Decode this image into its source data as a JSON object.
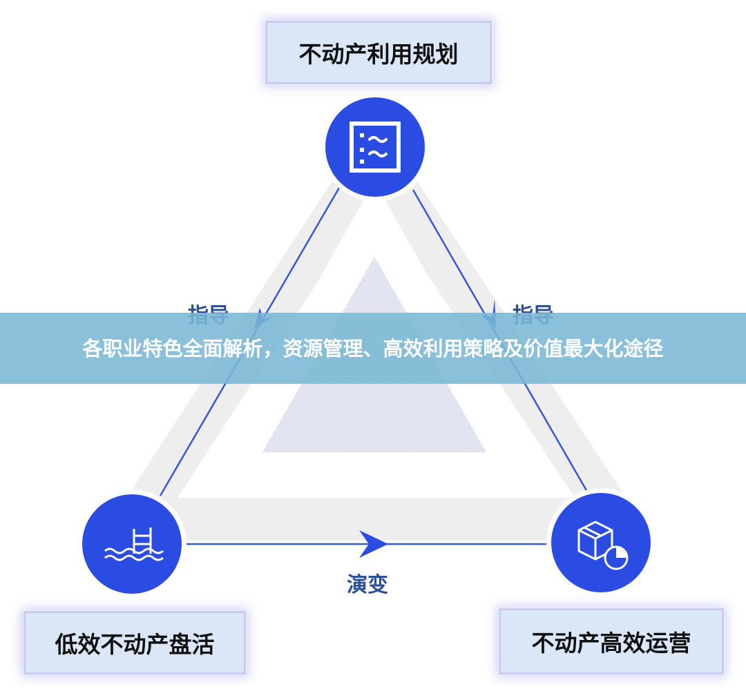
{
  "diagram": {
    "top_box": "不动产利用规划",
    "left_box": "低效不动产盘活",
    "right_box": "不动产高效运营",
    "edge_left_label": "指导",
    "edge_right_label": "指导",
    "edge_bottom_label": "演变"
  },
  "icons": {
    "top": "planning-chart-icon",
    "left": "pool-ladder-icon",
    "right": "box-pie-chart-icon"
  },
  "colors": {
    "accent": "#2b4ce3",
    "box_fill": "#dbe7f6",
    "label": "#2c4f98",
    "banner": "#7ab7d4"
  },
  "banner": {
    "title": "各职业特色全面解析，资源管理、高效利用策略及价值最大化途径"
  }
}
